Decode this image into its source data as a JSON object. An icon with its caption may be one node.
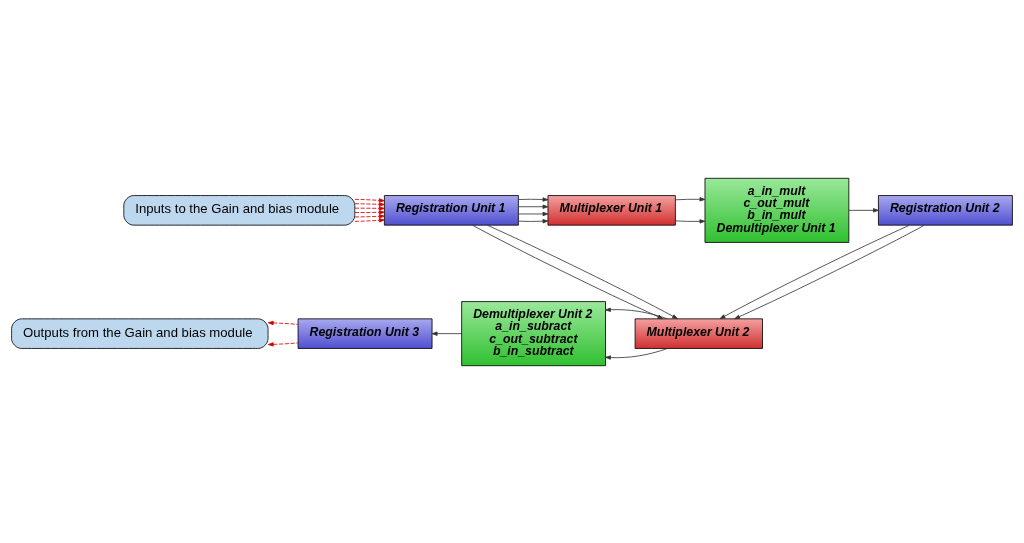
{
  "diagram": {
    "nodes": [
      {
        "text": [
          "Inputs to the Gain and bias module"
        ]
      },
      {
        "text": [
          "Registration Unit 1"
        ]
      },
      {
        "text": [
          "Multiplexer Unit 1"
        ]
      },
      {
        "text": [
          "a_in_mult",
          "c_out_mult",
          "b_in_mult",
          "Demultiplexer Unit 1"
        ]
      },
      {
        "text": [
          "Registration Unit 2"
        ]
      },
      {
        "text": [
          "Multiplexer Unit 2"
        ]
      },
      {
        "text": [
          "Demultiplexer Unit 2",
          "a_in_subract",
          "c_out_subtract",
          "b_in_subtract"
        ]
      },
      {
        "text": [
          "Registration Unit 3"
        ]
      },
      {
        "text": [
          "Outputs from the Gain and bias module"
        ]
      }
    ],
    "edges": [
      {
        "from": 0,
        "to": 1,
        "arrow": "to",
        "style": "dashed",
        "color": "#cc0000"
      },
      {
        "from": 0,
        "to": 1,
        "arrow": "to",
        "style": "dashed",
        "color": "#cc0000"
      },
      {
        "from": 0,
        "to": 1,
        "arrow": "to",
        "style": "dashed",
        "color": "#cc0000"
      },
      {
        "from": 0,
        "to": 1,
        "arrow": "to",
        "style": "dashed",
        "color": "#cc0000"
      },
      {
        "from": 0,
        "to": 1,
        "arrow": "to",
        "style": "dashed",
        "color": "#cc0000"
      },
      {
        "from": 0,
        "to": 1,
        "arrow": "to",
        "style": "dashed",
        "color": "#cc0000"
      },
      {
        "from": 1,
        "to": 2,
        "arrow": "to"
      },
      {
        "from": 1,
        "to": 2,
        "arrow": "to"
      },
      {
        "from": 1,
        "to": 2,
        "arrow": "to"
      },
      {
        "from": 1,
        "to": 2,
        "arrow": "to"
      },
      {
        "from": 2,
        "to": 3,
        "arrow": "to"
      },
      {
        "from": 2,
        "to": 3,
        "arrow": "to"
      },
      {
        "from": 3,
        "to": 4,
        "arrow": "to"
      },
      {
        "from": 1,
        "to": 5,
        "arrow": "to"
      },
      {
        "from": 1,
        "to": 5,
        "arrow": "to"
      },
      {
        "from": 4,
        "to": 5,
        "arrow": "to"
      },
      {
        "from": 4,
        "to": 5,
        "arrow": "to"
      },
      {
        "from": 5,
        "to": 6,
        "arrow": "to"
      },
      {
        "from": 5,
        "to": 6,
        "arrow": "to"
      },
      {
        "from": 6,
        "to": 7,
        "arrow": "to"
      },
      {
        "from": 7,
        "to": 8,
        "arrow": "to",
        "style": "dashed",
        "color": "#cc0000"
      },
      {
        "from": 7,
        "to": 8,
        "arrow": "to",
        "style": "dashed",
        "color": "#cc0000"
      }
    ]
  }
}
